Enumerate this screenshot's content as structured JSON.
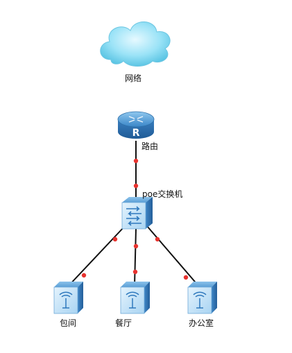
{
  "nodes": {
    "cloud": {
      "label": "网络"
    },
    "router": {
      "label": "路由",
      "glyph": "R"
    },
    "switch": {
      "label": "poe交换机"
    },
    "ap1": {
      "label": "包间"
    },
    "ap2": {
      "label": "餐厅"
    },
    "ap3": {
      "label": "办公室"
    }
  },
  "colors": {
    "link": "#111111",
    "port_dot": "#e8332f",
    "cloud_fill": "#7fd6ee",
    "device_fill": "#3f8fd0",
    "device_light": "#bfe1f7"
  }
}
